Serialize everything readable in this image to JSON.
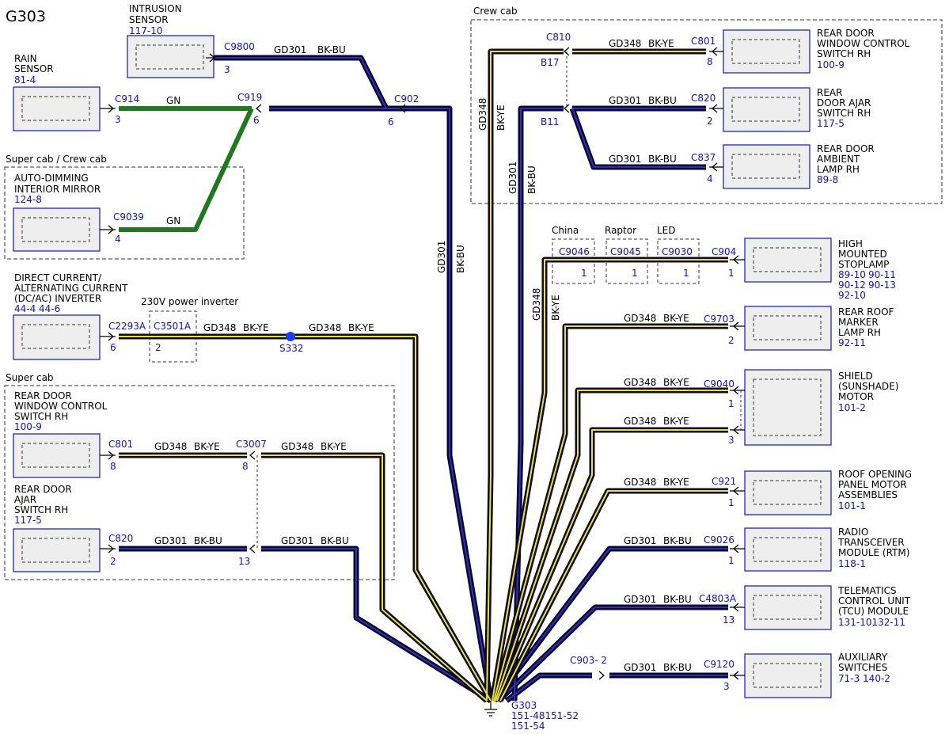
{
  "title": "G303",
  "colors": {
    "bk_bu": "#0a0a6a",
    "bk_ye": "#ece033",
    "gn": "#1f7a1f",
    "ref": "#1010d0",
    "splice": "#1a3cff"
  },
  "groups": {
    "crew_cab": "Crew cab",
    "super_crew": "Super cab / Crew cab",
    "super_cab": "Super cab",
    "inverter": "230V power inverter",
    "china": "China",
    "raptor": "Raptor",
    "led": "LED"
  },
  "components": {
    "intrusion": {
      "name": [
        "INTRUSION",
        "SENSOR"
      ],
      "ref": "117-10"
    },
    "rain": {
      "name": [
        "RAIN",
        "SENSOR"
      ],
      "ref": "81-4"
    },
    "mirror": {
      "name": [
        "AUTO-DIMMING",
        "INTERIOR MIRROR"
      ],
      "ref": "124-8"
    },
    "inverter": {
      "name": [
        "DIRECT CURRENT/",
        "ALTERNATING CURRENT",
        "(DC/AC) INVERTER"
      ],
      "ref": "44-4   44-6"
    },
    "sc_window": {
      "name": [
        "REAR DOOR",
        "WINDOW CONTROL",
        "SWITCH RH"
      ],
      "ref": "100-9"
    },
    "sc_ajar": {
      "name": [
        "REAR DOOR",
        "AJAR",
        "SWITCH RH"
      ],
      "ref": "117-5"
    },
    "cc_window": {
      "name": [
        "REAR DOOR",
        "WINDOW CONTROL",
        "SWITCH RH"
      ],
      "ref": "100-9"
    },
    "cc_ajar": {
      "name": [
        "REAR",
        "DOOR AJAR",
        "SWITCH RH"
      ],
      "ref": "117-5"
    },
    "cc_lamp": {
      "name": [
        "REAR DOOR",
        "AMBIENT",
        "LAMP RH"
      ],
      "ref": "89-8"
    },
    "stoplamp": {
      "name": [
        "HIGH",
        "MOUNTED",
        "STOPLAMP"
      ],
      "refs": [
        "89-10",
        "90-11",
        "90-12",
        "90-13",
        "92-10"
      ]
    },
    "marker": {
      "name": [
        "REAR ROOF",
        "MARKER",
        "LAMP RH"
      ],
      "ref": "92-11"
    },
    "shield": {
      "name": [
        "SHIELD",
        "(SUNSHADE)",
        "MOTOR"
      ],
      "ref": "101-2"
    },
    "roof": {
      "name": [
        "ROOF OPENING",
        "PANEL MOTOR",
        "ASSEMBLIES"
      ],
      "ref": "101-1"
    },
    "radio": {
      "name": [
        "RADIO",
        "TRANSCEIVER",
        "MODULE (RTM)"
      ],
      "ref": "118-1"
    },
    "tcu": {
      "name": [
        "TELEMATICS",
        "CONTROL UNIT",
        "(TCU) MODULE"
      ],
      "ref": "131-10132-11"
    },
    "aux": {
      "name": [
        "AUXILIARY",
        "SWITCHES"
      ],
      "ref": "71-3   140-2"
    }
  },
  "connectors": {
    "c9800": {
      "id": "C9800",
      "pin": "3"
    },
    "c914": {
      "id": "C914",
      "pin": "3"
    },
    "c919": {
      "id": "C919",
      "pin": "6"
    },
    "c902": {
      "id": "C902",
      "pin": "6"
    },
    "c9039": {
      "id": "C9039",
      "pin": "4"
    },
    "c2293a": {
      "id": "C2293A",
      "pin": "6"
    },
    "c3501a": {
      "id": "C3501A",
      "pin": "2"
    },
    "s332": {
      "id": "S332"
    },
    "sc_c801": {
      "id": "C801",
      "pin": "8"
    },
    "c3007": {
      "id": "C3007",
      "pins": [
        "8",
        "13"
      ]
    },
    "sc_c820": {
      "id": "C820",
      "pin": "2"
    },
    "c810": {
      "id": "C810",
      "pins": [
        "B17",
        "B11"
      ]
    },
    "cc_c801": {
      "id": "C801",
      "pin": "8"
    },
    "cc_c820": {
      "id": "C820",
      "pin": "2"
    },
    "c837": {
      "id": "C837",
      "pin": "4"
    },
    "c9046": {
      "id": "C9046",
      "pin": "1"
    },
    "c9045": {
      "id": "C9045",
      "pin": "1"
    },
    "c9030": {
      "id": "C9030",
      "pin": "1"
    },
    "c904": {
      "id": "C904",
      "pin": "1"
    },
    "c9703": {
      "id": "C9703",
      "pin": "2"
    },
    "c9040": {
      "id": "C9040",
      "pins": [
        "1",
        "3"
      ]
    },
    "c921": {
      "id": "C921",
      "pin": "1"
    },
    "c9026": {
      "id": "C9026",
      "pin": "1"
    },
    "c4803a": {
      "id": "C4803A",
      "pin": "13"
    },
    "c9120": {
      "id": "C9120",
      "pin": "3"
    },
    "c903": {
      "id": "C903- 2"
    }
  },
  "wires": {
    "gd301": "GD301",
    "gd348": "GD348",
    "bk_bu": "BK-BU",
    "bk_ye": "BK-YE",
    "gn": "GN"
  },
  "ground": {
    "id": "G303",
    "refs": [
      "151-48151-52",
      "151-54"
    ]
  }
}
